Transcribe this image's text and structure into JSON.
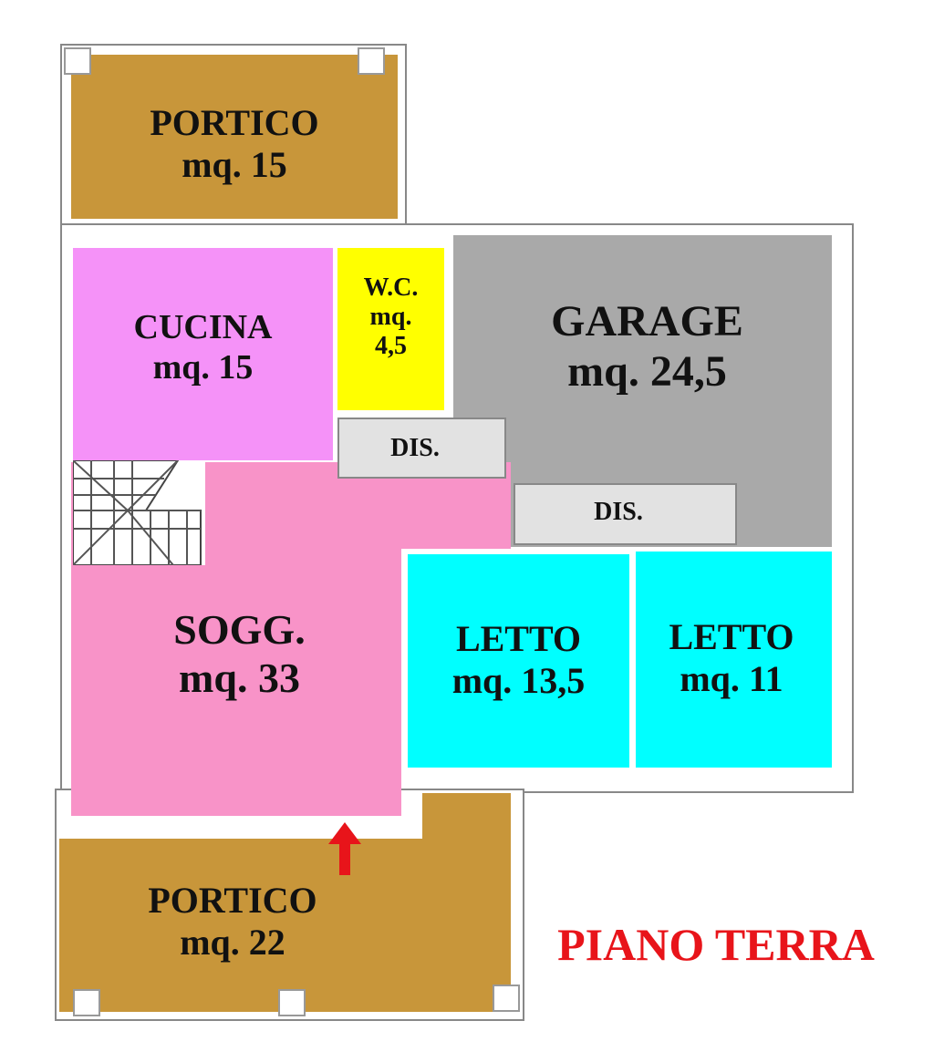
{
  "title": "PIANO TERRA",
  "colors": {
    "portico": "#c8963a",
    "cucina": "#f592f8",
    "wc": "#ffff00",
    "garage": "#a9a9a9",
    "dis": "#e2e2e2",
    "soggiorno": "#f893c8",
    "letto": "#00ffff",
    "title": "#e8141a",
    "arrow": "#e8141a"
  },
  "rooms": {
    "portico_top": {
      "name": "PORTICO",
      "area": "mq. 15"
    },
    "cucina": {
      "name": "CUCINA",
      "area": "mq. 15"
    },
    "wc": {
      "name": "W.C.",
      "area_label": "mq.",
      "area_value": "4,5"
    },
    "garage": {
      "name": "GARAGE",
      "area": "mq. 24,5"
    },
    "dis1": {
      "name": "DIS."
    },
    "dis2": {
      "name": "DIS."
    },
    "soggiorno": {
      "name": "SOGG.",
      "area": "mq. 33"
    },
    "letto1": {
      "name": "LETTO",
      "area": "mq. 13,5"
    },
    "letto2": {
      "name": "LETTO",
      "area": "mq. 11"
    },
    "portico_bottom": {
      "name": "PORTICO",
      "area": "mq. 22"
    }
  }
}
